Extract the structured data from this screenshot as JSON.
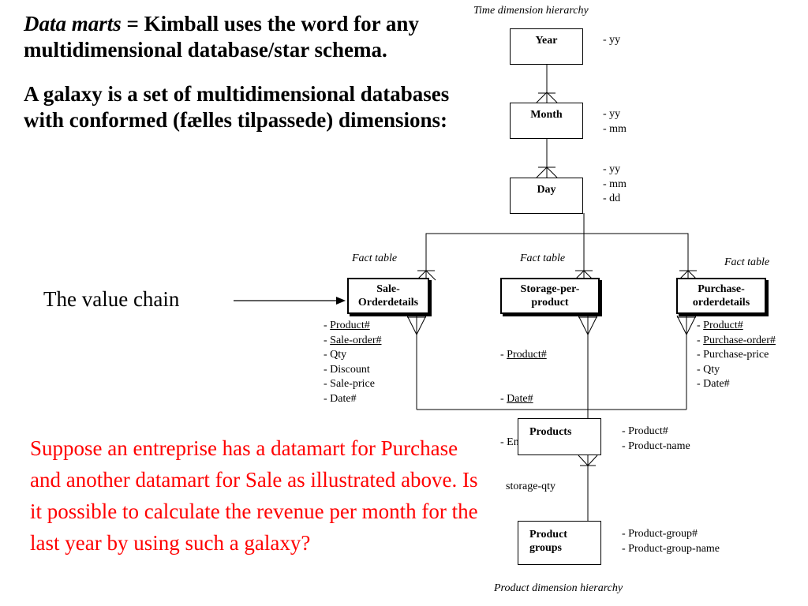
{
  "heading": {
    "term": "Data marts",
    "definition": " = Kimball uses the word for any multidimensional database/star schema.",
    "galaxy": "A galaxy is a set of multidimensional databases with conformed (fælles tilpassede) dimensions:"
  },
  "value_chain_label": "The value chain",
  "question": "Suppose an entreprise has a datamart for Purchase and another datamart for Sale as illustrated above. Is it possible to calculate the revenue per month for the last year by using such a galaxy?",
  "diagram": {
    "time_caption": "Time dimension hierarchy",
    "product_caption": "Product dimension hierarchy",
    "fact_label": "Fact table",
    "entities": {
      "year": {
        "name": "Year",
        "attrs": [
          "- yy"
        ]
      },
      "month": {
        "name": "Month",
        "attrs": [
          "- yy",
          "- mm"
        ]
      },
      "day": {
        "name": "Day",
        "attrs": [
          "- yy",
          "- mm",
          "- dd"
        ]
      },
      "sale": {
        "name_line1": "Sale-",
        "name_line2": "Orderdetails",
        "attrs": [
          {
            "dash": "- ",
            "text": "Product#",
            "key": true
          },
          {
            "dash": "- ",
            "text": "Sale-order#",
            "key": true
          },
          {
            "dash": "- ",
            "text": "Qty",
            "key": false
          },
          {
            "dash": "- ",
            "text": "Discount",
            "key": false
          },
          {
            "dash": "- ",
            "text": "Sale-price",
            "key": false
          },
          {
            "dash": "- ",
            "text": "Date#",
            "key": false
          }
        ]
      },
      "storage": {
        "name_line1": "Storage-per-",
        "name_line2": "product",
        "attrs": [
          {
            "dash": "- ",
            "text": "Product#",
            "key": true
          },
          {
            "dash": "- ",
            "text": "Date#",
            "key": true
          },
          {
            "dash": "- ",
            "text": "End-of-day-",
            "key": false
          },
          {
            "dash": "  ",
            "text": "storage-qty",
            "key": false
          }
        ]
      },
      "purchase": {
        "name_line1": "Purchase-",
        "name_line2": "orderdetails",
        "attrs": [
          {
            "dash": "- ",
            "text": "Product#",
            "key": true
          },
          {
            "dash": "- ",
            "text": "Purchase-order#",
            "key": true
          },
          {
            "dash": "- ",
            "text": "Purchase-price",
            "key": false
          },
          {
            "dash": "- ",
            "text": "Qty",
            "key": false
          },
          {
            "dash": "- ",
            "text": "Date#",
            "key": false
          }
        ]
      },
      "products": {
        "name": "Products",
        "attrs": [
          "- Product#",
          "- Product-name"
        ]
      },
      "product_groups": {
        "name_line1": "Product",
        "name_line2": "groups",
        "attrs": [
          "- Product-group#",
          "- Product-group-name"
        ]
      }
    }
  }
}
